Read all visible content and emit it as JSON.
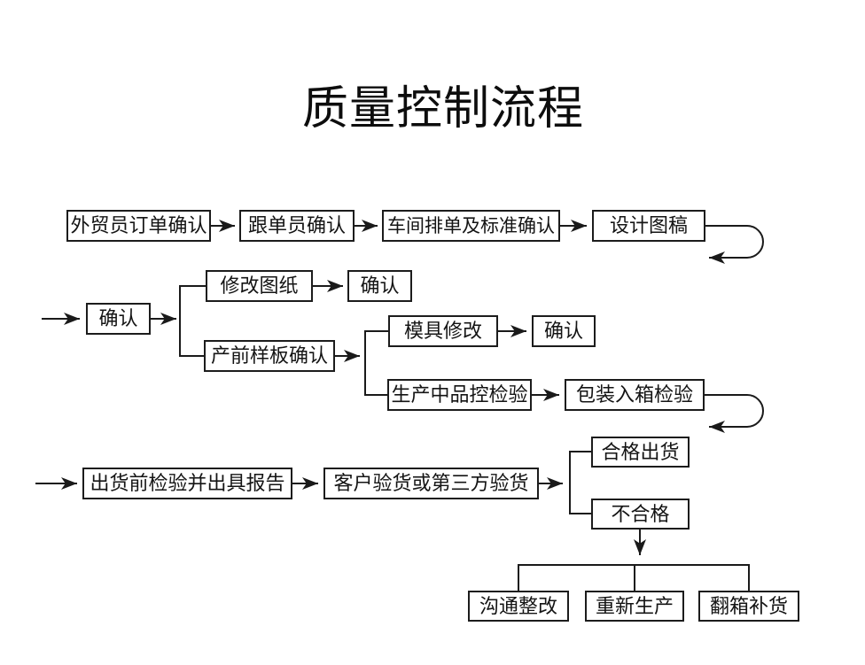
{
  "title": "质量控制流程",
  "colors": {
    "background": "#ffffff",
    "line": "#1a1a1a",
    "box_border": "#1c1c1c",
    "box_fill": "#ffffff",
    "text": "#141414"
  },
  "nodes": [
    {
      "id": "trade-order-confirm",
      "label": "外贸员订单确认"
    },
    {
      "id": "merchandiser-confirm",
      "label": "跟单员确认"
    },
    {
      "id": "workshop-schedule-confirm",
      "label": "车间排单及标准确认"
    },
    {
      "id": "design-draft",
      "label": "设计图稿"
    },
    {
      "id": "confirm-1",
      "label": "确认"
    },
    {
      "id": "revise-drawing",
      "label": "修改图纸"
    },
    {
      "id": "confirm-2",
      "label": "确认"
    },
    {
      "id": "pre-production-sample-confirm",
      "label": "产前样板确认"
    },
    {
      "id": "mold-modification",
      "label": "模具修改"
    },
    {
      "id": "confirm-3",
      "label": "确认"
    },
    {
      "id": "in-production-qc-inspection",
      "label": "生产中品控检验"
    },
    {
      "id": "packing-inspection",
      "label": "包装入箱检验"
    },
    {
      "id": "pre-shipment-inspection-report",
      "label": "出货前检验并出具报告"
    },
    {
      "id": "customer-or-third-party-inspection",
      "label": "客户验货或第三方验货"
    },
    {
      "id": "qualified-ship",
      "label": "合格出货"
    },
    {
      "id": "unqualified",
      "label": "不合格"
    },
    {
      "id": "communicate-rectify",
      "label": "沟通整改"
    },
    {
      "id": "re-production",
      "label": "重新生产"
    },
    {
      "id": "repack-replenish",
      "label": "翻箱补货"
    }
  ],
  "edges": [
    {
      "from": "trade-order-confirm",
      "to": "merchandiser-confirm"
    },
    {
      "from": "merchandiser-confirm",
      "to": "workshop-schedule-confirm"
    },
    {
      "from": "workshop-schedule-confirm",
      "to": "design-draft"
    },
    {
      "from": "design-draft",
      "to": "confirm-1"
    },
    {
      "from": "confirm-1",
      "to": "revise-drawing"
    },
    {
      "from": "confirm-1",
      "to": "pre-production-sample-confirm"
    },
    {
      "from": "revise-drawing",
      "to": "confirm-2"
    },
    {
      "from": "pre-production-sample-confirm",
      "to": "mold-modification"
    },
    {
      "from": "pre-production-sample-confirm",
      "to": "in-production-qc-inspection"
    },
    {
      "from": "mold-modification",
      "to": "confirm-3"
    },
    {
      "from": "in-production-qc-inspection",
      "to": "packing-inspection"
    },
    {
      "from": "packing-inspection",
      "to": "pre-shipment-inspection-report"
    },
    {
      "from": "pre-shipment-inspection-report",
      "to": "customer-or-third-party-inspection"
    },
    {
      "from": "customer-or-third-party-inspection",
      "to": "qualified-ship"
    },
    {
      "from": "customer-or-third-party-inspection",
      "to": "unqualified"
    },
    {
      "from": "unqualified",
      "to": "communicate-rectify"
    },
    {
      "from": "unqualified",
      "to": "re-production"
    },
    {
      "from": "unqualified",
      "to": "repack-replenish"
    }
  ]
}
